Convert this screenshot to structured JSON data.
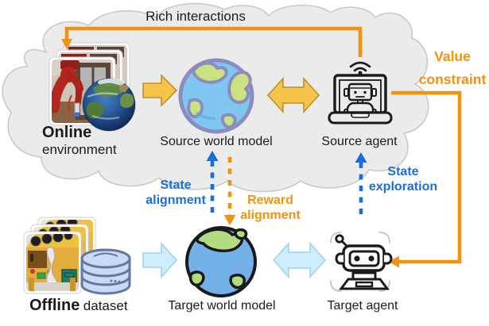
{
  "figure": {
    "rich_interactions": "Rich interactions",
    "online_title": "Online",
    "online_subtitle": "environment",
    "source_world_model": "Source world model",
    "source_agent": "Source agent",
    "value_constraint_line1": "Value",
    "value_constraint_line2": "constraint",
    "state_alignment_line1": "State",
    "state_alignment_line2": "alignment",
    "reward_alignment_line1": "Reward",
    "reward_alignment_line2": "alignment",
    "state_exploration_line1": "State",
    "state_exploration_line2": "exploration",
    "offline_title": "Offline",
    "offline_subtitle": "dataset",
    "target_world_model": "Target world model",
    "target_agent": "Target agent"
  },
  "icons": {
    "online_environment": "robot-arm-photo-stack-icon",
    "online_globe": "earth-photo-icon",
    "source_world_model": "cartoon-globe-icon",
    "source_agent": "laptop-robot-icon",
    "offline_dataset": "kitchen-robot-photo-stack-icon",
    "offline_database": "database-icon",
    "target_world_model": "cartoon-globe-icon",
    "target_agent": "robot-head-icon"
  },
  "colors": {
    "orange_accent": "#f2930d",
    "blue_accent": "#1b6ed9",
    "yellow_arrow_fill": "#f5c54b",
    "yellow_arrow_border": "#bf8f2e",
    "light_blue_arrow_fill": "#cdedfc",
    "light_blue_arrow_border": "#9ed2f0",
    "cloud_fill": "#ebebeb",
    "cloud_border": "#c9c9c9",
    "text": "#1a1a1a"
  }
}
